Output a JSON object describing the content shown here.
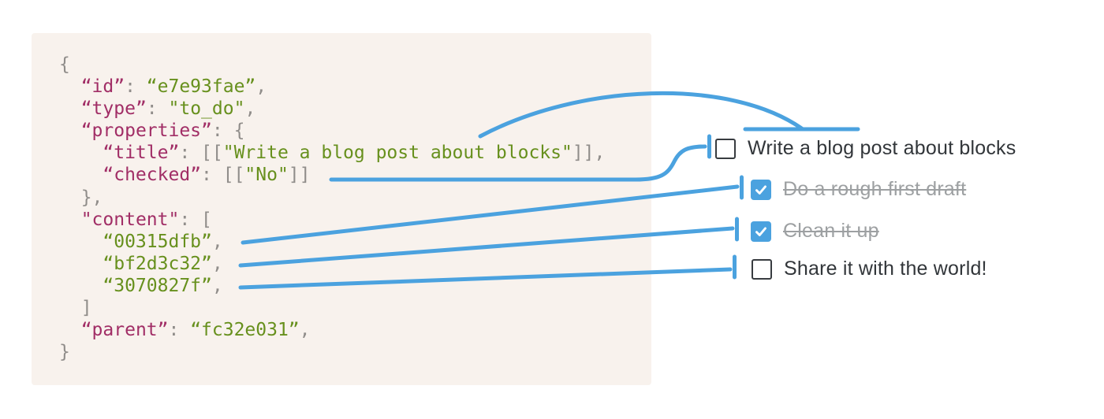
{
  "code_block": {
    "lines": [
      {
        "tokens": [
          [
            "p",
            "{"
          ]
        ]
      },
      {
        "tokens": [
          [
            "p",
            "  "
          ],
          [
            "k",
            "“id”"
          ],
          [
            "p",
            ": "
          ],
          [
            "s",
            "“e7e93fae”"
          ],
          [
            "p",
            ","
          ]
        ]
      },
      {
        "tokens": [
          [
            "p",
            "  "
          ],
          [
            "k",
            "“type”"
          ],
          [
            "p",
            ": "
          ],
          [
            "s",
            "\"to_do\""
          ],
          [
            "p",
            ","
          ]
        ]
      },
      {
        "tokens": [
          [
            "p",
            "  "
          ],
          [
            "k",
            "“properties”"
          ],
          [
            "p",
            ": {"
          ]
        ]
      },
      {
        "tokens": [
          [
            "p",
            "    "
          ],
          [
            "k",
            "“title”"
          ],
          [
            "p",
            ": [["
          ],
          [
            "s",
            "\"Write a blog post about blocks\""
          ],
          [
            "p",
            "]],"
          ]
        ]
      },
      {
        "tokens": [
          [
            "p",
            "    "
          ],
          [
            "k",
            "“checked”"
          ],
          [
            "p",
            ": [["
          ],
          [
            "s",
            "\"No\""
          ],
          [
            "p",
            "]]"
          ]
        ]
      },
      {
        "tokens": [
          [
            "p",
            "  },"
          ]
        ]
      },
      {
        "tokens": [
          [
            "p",
            "  "
          ],
          [
            "k",
            "\"content\""
          ],
          [
            "p",
            ": ["
          ]
        ]
      },
      {
        "tokens": [
          [
            "p",
            "    "
          ],
          [
            "s",
            "“00315dfb”"
          ],
          [
            "p",
            ","
          ]
        ]
      },
      {
        "tokens": [
          [
            "p",
            "    "
          ],
          [
            "s",
            "“bf2d3c32”"
          ],
          [
            "p",
            ","
          ]
        ]
      },
      {
        "tokens": [
          [
            "p",
            "    "
          ],
          [
            "s",
            "“3070827f”"
          ],
          [
            "p",
            ","
          ]
        ]
      },
      {
        "tokens": [
          [
            "p",
            "  ]"
          ]
        ]
      },
      {
        "tokens": [
          [
            "p",
            "  "
          ],
          [
            "k",
            "“parent”"
          ],
          [
            "p",
            ": "
          ],
          [
            "s",
            "“fc32e031”"
          ],
          [
            "p",
            ","
          ]
        ]
      },
      {
        "tokens": [
          [
            "p",
            "}"
          ]
        ]
      }
    ]
  },
  "todo_list": {
    "items": [
      {
        "label": "Write a blog post about blocks",
        "checked": false,
        "completed": false,
        "indent": 0
      },
      {
        "label": "Do a rough first draft",
        "checked": true,
        "completed": true,
        "indent": 1
      },
      {
        "label": "Clean it up",
        "checked": true,
        "completed": true,
        "indent": 1
      },
      {
        "label": "Share it with the world!",
        "checked": false,
        "completed": false,
        "indent": 1
      }
    ]
  },
  "colors": {
    "accent_blue": "#4BA2DF",
    "key": "#A12E66",
    "string": "#67901D",
    "punctuation": "#908D8A",
    "code_bg": "#F8F2ED",
    "todo_text": "#32363A",
    "todo_done": "#9DA0A2",
    "checkbox_border": "#383C40"
  }
}
